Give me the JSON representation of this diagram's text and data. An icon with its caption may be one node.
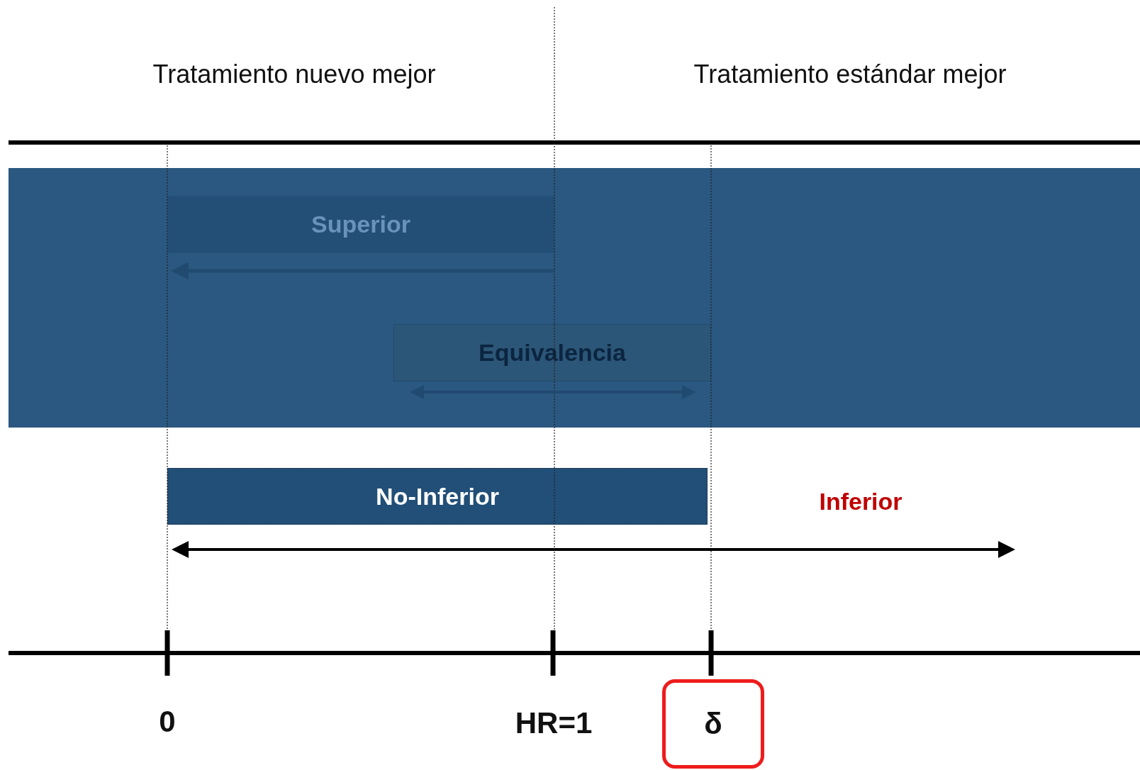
{
  "diagram": {
    "nodes": [
      {
        "text": [
          "Superior"
        ]
      },
      {
        "text": [
          "Equivalencia"
        ]
      },
      {
        "text": [
          "No-Inferior"
        ]
      },
      {
        "text": [
          "δ"
        ]
      }
    ],
    "labels": [
      "Tratamiento nuevo mejor",
      "Tratamiento estándar mejor",
      "Inferior",
      "0",
      "HR=1"
    ]
  }
}
